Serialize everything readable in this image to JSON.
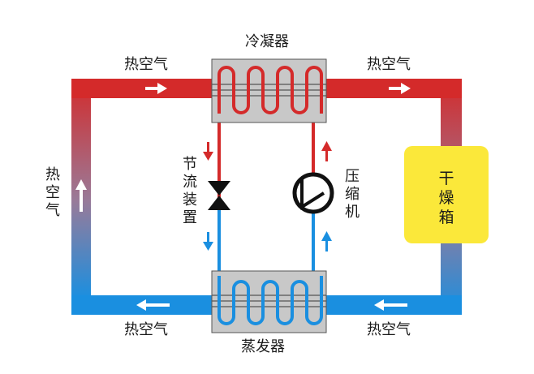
{
  "components": {
    "condenser": "冷凝器",
    "evaporator": "蒸发器",
    "throttle": "节流装置",
    "compressor": "压缩机",
    "dryer": "干燥箱"
  },
  "air_labels": {
    "top_left": "热空气",
    "top_right": "热空气",
    "left": "热空气",
    "bottom_left": "热空气",
    "bottom_right": "热空气"
  },
  "colors": {
    "hot": "#d42a2a",
    "cold": "#1a8fe0",
    "exchanger": "#c8c8c8",
    "dryer": "#fbe83a"
  }
}
